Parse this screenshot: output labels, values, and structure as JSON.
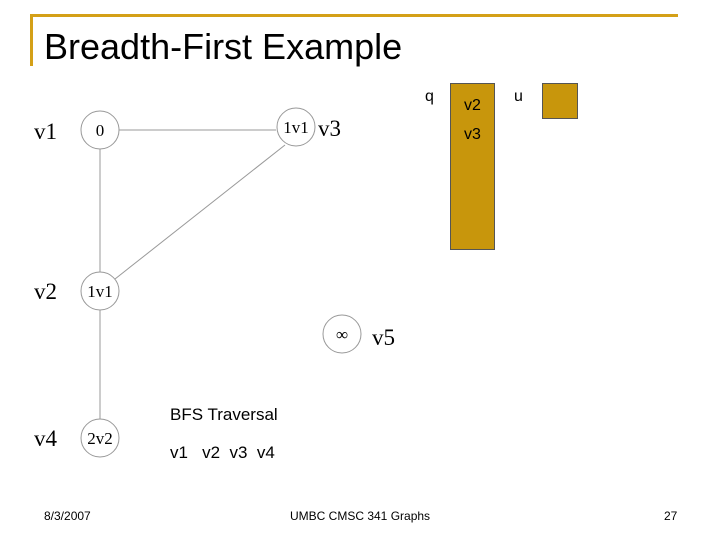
{
  "slide": {
    "title": "Breadth-First Example",
    "date": "8/3/2007",
    "footer": "UMBC CMSC 341 Graphs",
    "page_number": "27",
    "accent_color": "#d4a017"
  },
  "graph": {
    "nodes": [
      {
        "id": "v1",
        "label": "v1",
        "value": "0"
      },
      {
        "id": "v2",
        "label": "v2",
        "value": "1v1"
      },
      {
        "id": "v3",
        "label": "v3",
        "value": "1v1"
      },
      {
        "id": "v4",
        "label": "v4",
        "value": "2v2"
      },
      {
        "id": "v5",
        "label": "v5",
        "value": "∞"
      }
    ],
    "edges": [
      {
        "from": "v1",
        "to": "v2"
      },
      {
        "from": "v1",
        "to": "v3"
      },
      {
        "from": "v2",
        "to": "v3"
      },
      {
        "from": "v2",
        "to": "v4"
      }
    ]
  },
  "queue": {
    "label": "q",
    "items": [
      "v2",
      "v3"
    ],
    "color": "#c8960c"
  },
  "current": {
    "label": "u"
  },
  "traversal": {
    "title": "BFS Traversal",
    "order": "v1   v2  v3  v4"
  }
}
